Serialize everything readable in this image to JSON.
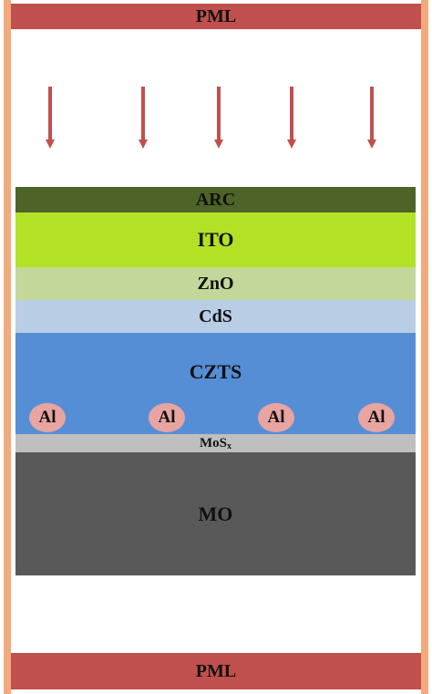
{
  "colors": {
    "border": "#f2a97c",
    "pml": "#c0504d",
    "arrow": "#c0504d",
    "arc": "#4f6228",
    "ito": "#b3e126",
    "zno": "#c4d79b",
    "cds": "#b9cde5",
    "czts": "#558ed5",
    "al": "#e8a4a0",
    "mos": "#bfbfbf",
    "mo": "#595959"
  },
  "pml_top": "PML",
  "pml_bottom": "PML",
  "layers": {
    "arc": "ARC",
    "ito": "ITO",
    "zno": "ZnO",
    "cds": "CdS",
    "czts": "CZTS",
    "mos_base": "MoS",
    "mos_sub": "x",
    "mo": "MO"
  },
  "particles": [
    "Al",
    "Al",
    "Al",
    "Al"
  ],
  "arrows_count": 5
}
